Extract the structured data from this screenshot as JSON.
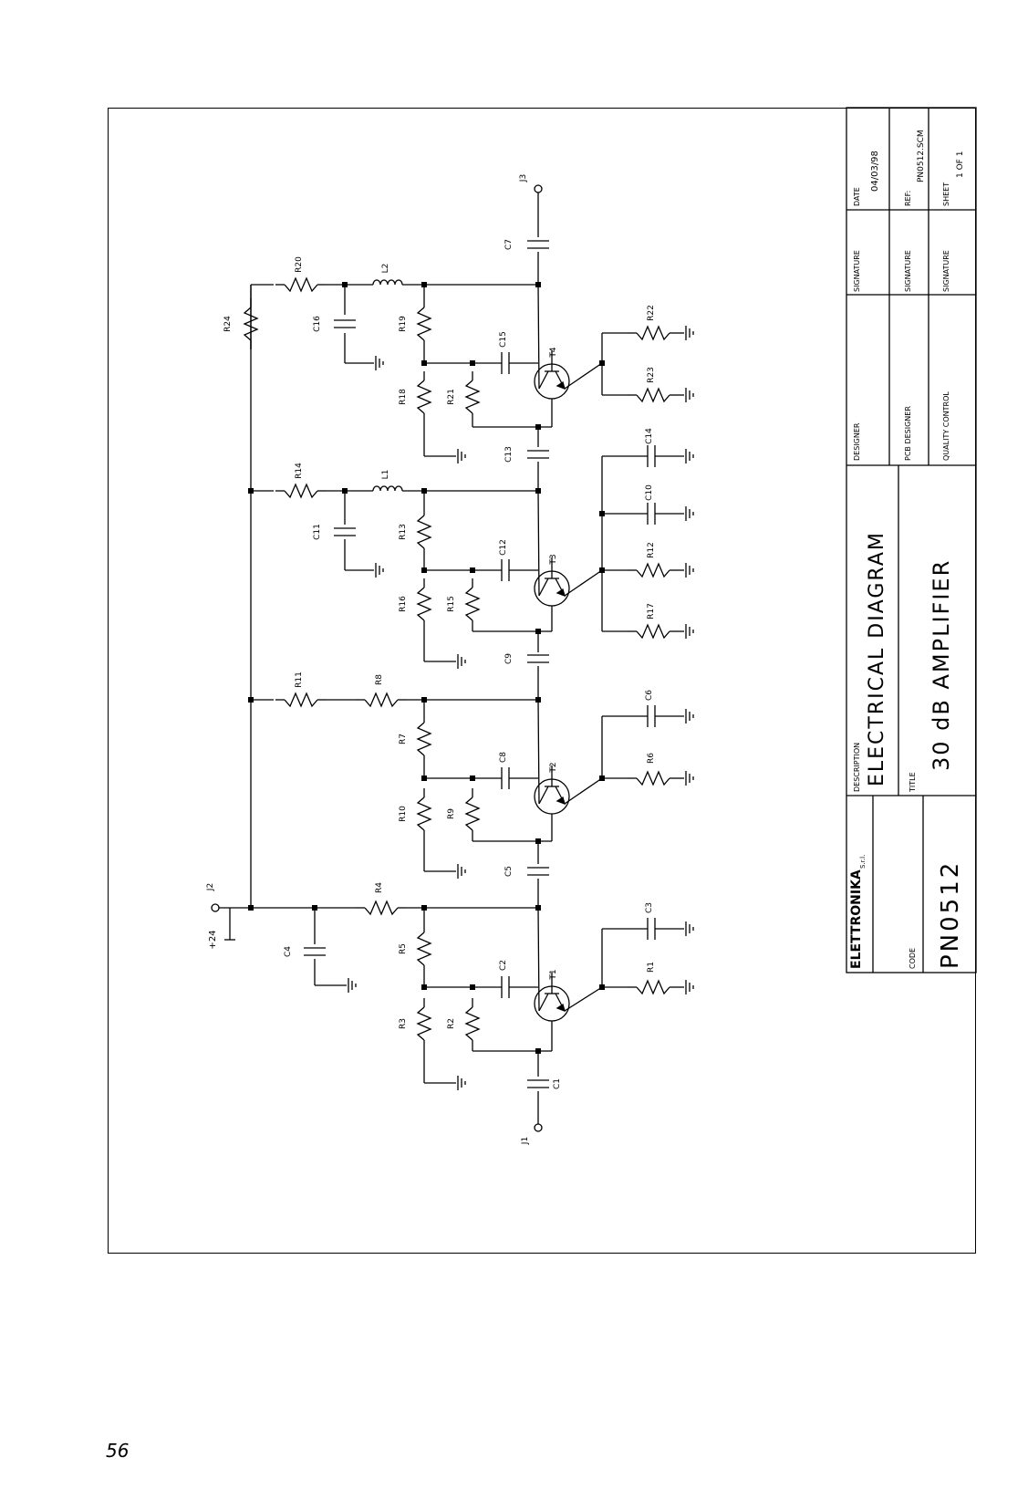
{
  "page": {
    "number": "56"
  },
  "title_block": {
    "company": "ELETTRONIKA",
    "company_suffix": "S.r.l.",
    "code_label": "CODE",
    "code": "PN0512",
    "description_label": "DESCRIPTION",
    "description": "ELECTRICAL DIAGRAM",
    "title_label": "TITLE",
    "title": "30 dB AMPLIFIER",
    "designer_label": "DESIGNER",
    "pcb_designer_label": "PCB DESIGNER",
    "quality_control_label": "QUALITY CONTROL",
    "signature_label": "SIGNATURE",
    "date_label": "DATE",
    "date": "04/03/98",
    "ref_label": "REF:",
    "ref": "PN0512.SCM",
    "sheet_label": "SHEET",
    "sheet": "1 OF 1"
  },
  "schematic": {
    "supply_label": "+24",
    "connectors": [
      "J1",
      "J2",
      "J3"
    ],
    "transistors": [
      "T1",
      "T2",
      "T3",
      "T4"
    ],
    "resistors": [
      "R1",
      "R2",
      "R3",
      "R4",
      "R5",
      "R6",
      "R7",
      "R8",
      "R9",
      "R10",
      "R11",
      "R12",
      "R13",
      "R14",
      "R15",
      "R16",
      "R17",
      "R18",
      "R19",
      "R20",
      "R21",
      "R22",
      "R23",
      "R24"
    ],
    "capacitors": [
      "C1",
      "C2",
      "C3",
      "C4",
      "C5",
      "C6",
      "C7",
      "C8",
      "C9",
      "C10",
      "C11",
      "C12",
      "C13",
      "C14",
      "C15",
      "C16"
    ],
    "inductors": [
      "L1",
      "L2"
    ]
  }
}
